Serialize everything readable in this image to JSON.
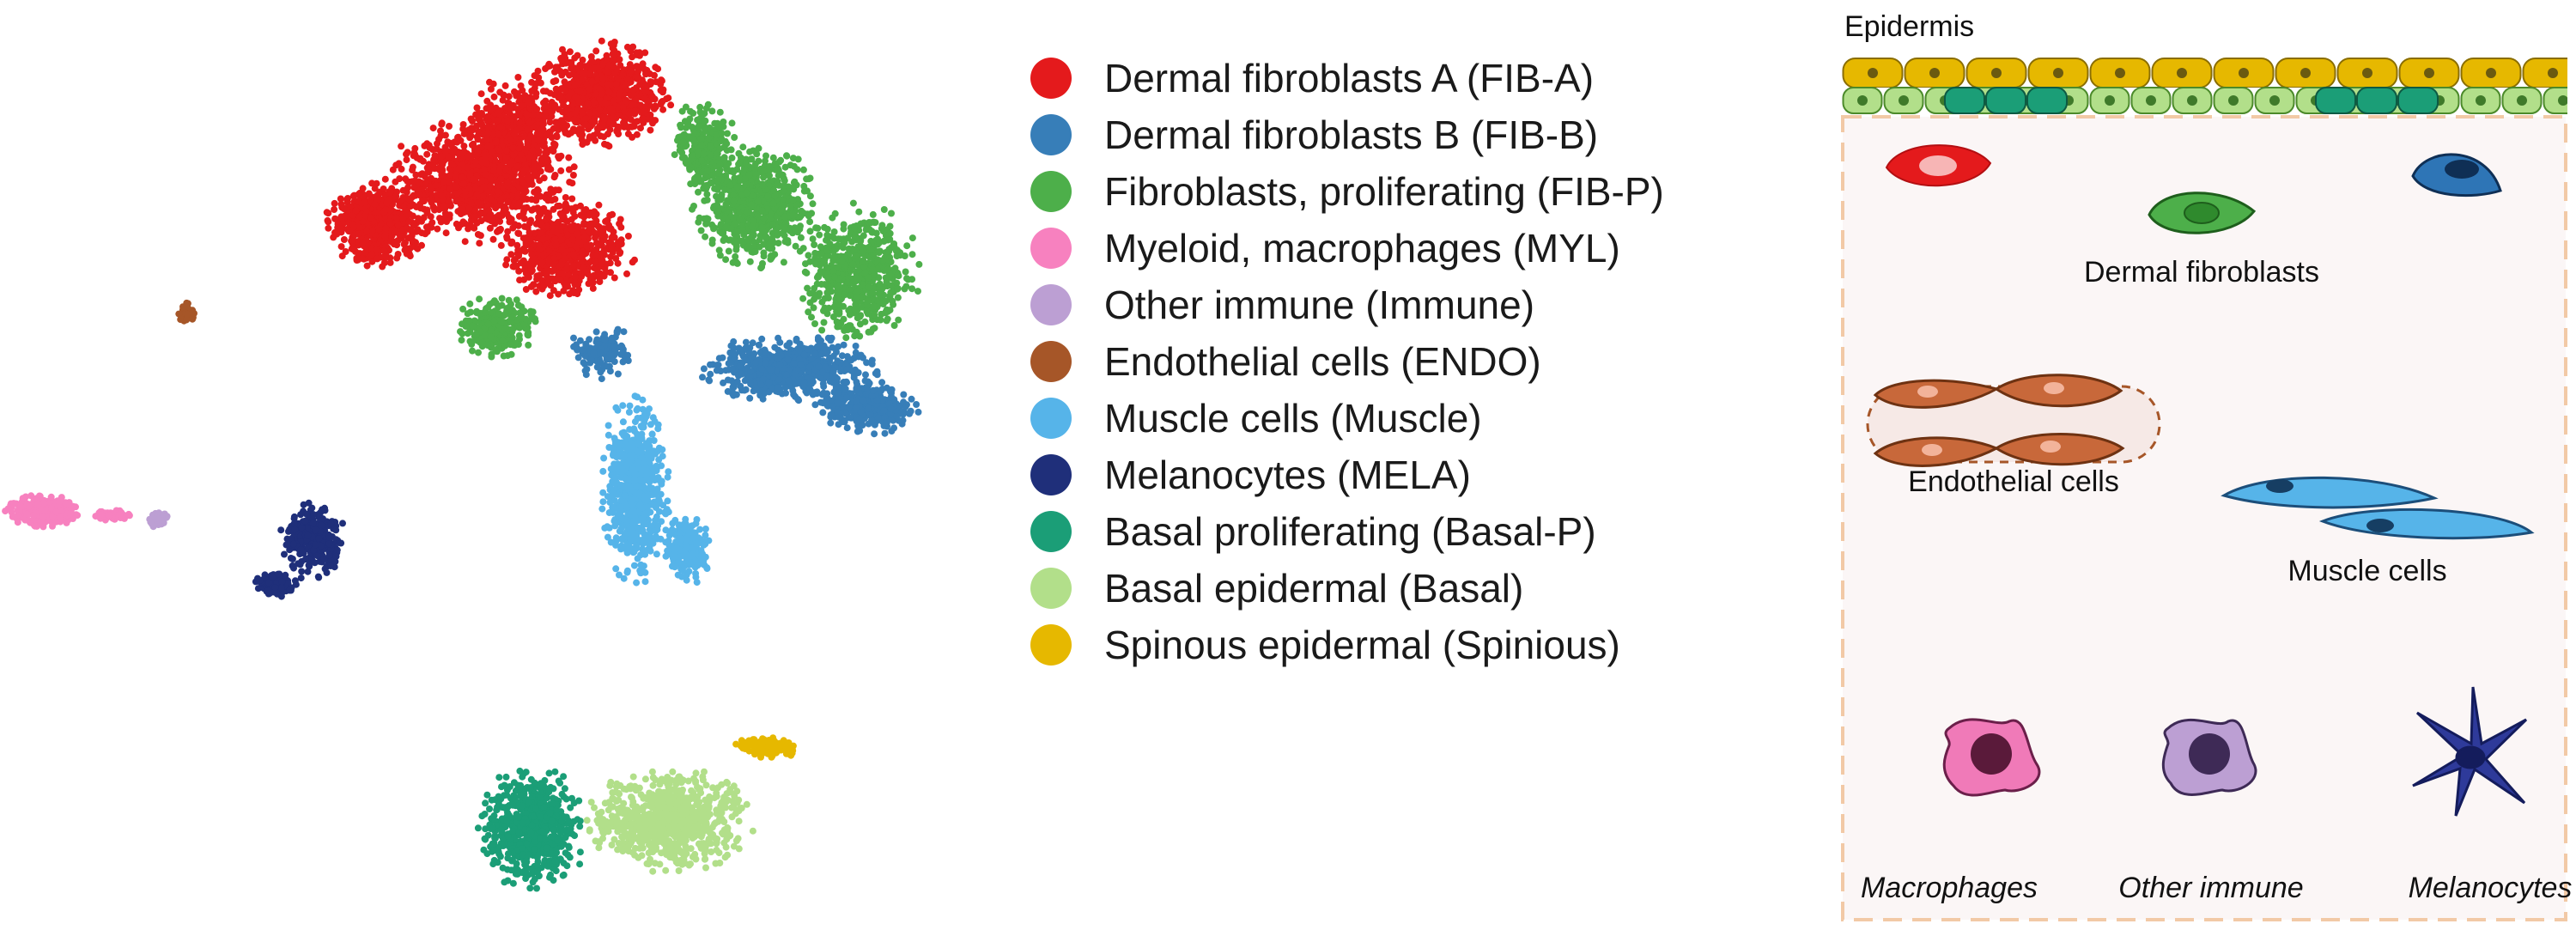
{
  "chart_data": {
    "type": "scatter",
    "title": "",
    "xlabel": "",
    "ylabel": "",
    "grid": false,
    "legend_position": "right",
    "series": [
      {
        "name": "Dermal fibroblasts A (FIB-A)",
        "color": "#e41a1c"
      },
      {
        "name": "Dermal fibroblasts B (FIB-B)",
        "color": "#377eb8"
      },
      {
        "name": "Fibroblasts, proliferating (FIB-P)",
        "color": "#4daf4a"
      },
      {
        "name": "Myeloid, macrophages (MYL)",
        "color": "#f781bf"
      },
      {
        "name": "Other immune (Immune)",
        "color": "#bc9fd3"
      },
      {
        "name": "Endothelial cells (ENDO)",
        "color": "#a65628"
      },
      {
        "name": "Muscle cells (Muscle)",
        "color": "#56b4e9"
      },
      {
        "name": "Melanocytes (MELA)",
        "color": "#1f2f7a"
      },
      {
        "name": "Basal proliferating (Basal-P)",
        "color": "#1b9e77"
      },
      {
        "name": "Basal epidermal (Basal)",
        "color": "#b2df8a"
      },
      {
        "name": "Spinous epidermal (Spinious)",
        "color": "#e6b800"
      }
    ]
  },
  "diagram": {
    "epidermis_label": "Epidermis",
    "dermal_fibroblasts_label": "Dermal fibroblasts",
    "endothelial_label": "Endothelial cells",
    "muscle_label": "Muscle cells",
    "macrophages_label": "Macrophages",
    "other_immune_label": "Other immune",
    "melanocytes_label": "Melanocytes"
  }
}
